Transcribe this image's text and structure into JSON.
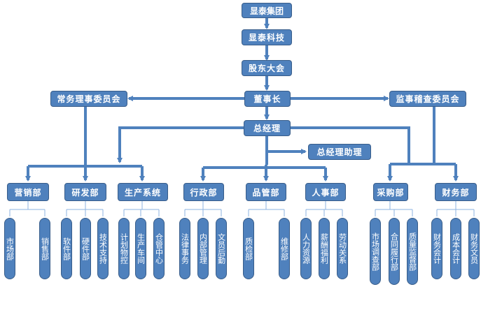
{
  "logo_text": "显泰集团",
  "company": "显泰科技",
  "shareholders": "股东大会",
  "chairman": "董事长",
  "standing_committee": "常务理事委员会",
  "supervisory_committee": "监事稽查委员会",
  "general_manager": "总经理",
  "gm_assistant": "总经理助理",
  "departments": [
    {
      "label": "营销部",
      "subs": [
        "市场部",
        "销售部"
      ]
    },
    {
      "label": "研发部",
      "subs": [
        "软件部",
        "硬件部",
        "技术支持"
      ]
    },
    {
      "label": "生产系统",
      "subs": [
        "计划物控",
        "生产车间",
        "仓管中心"
      ]
    },
    {
      "label": "行政部",
      "subs": [
        "法律事务",
        "内部管理",
        "文员后勤"
      ]
    },
    {
      "label": "品管部",
      "subs": [
        "质检部",
        "维修部"
      ]
    },
    {
      "label": "人事部",
      "subs": [
        "人力资源",
        "薪酬福利",
        "劳动关系"
      ]
    },
    {
      "label": "采购部",
      "subs": [
        "市场调查部",
        "合同履行部",
        "质量监督部"
      ]
    },
    {
      "label": "财务部",
      "subs": [
        "财务会计",
        "成本会计",
        "财务文员"
      ]
    }
  ],
  "colors": {
    "box_fill": "#4f81bd",
    "box_border": "#385d8a",
    "leaf_line": "#8db3e2"
  }
}
